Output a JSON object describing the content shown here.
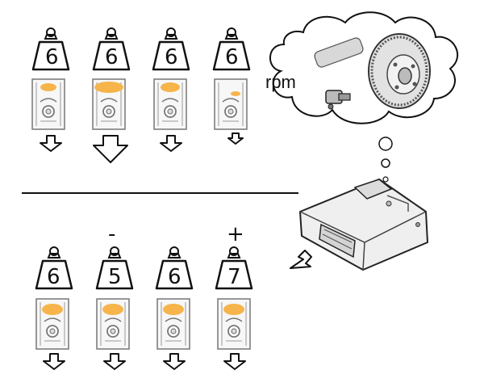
{
  "diagram": {
    "top_row": {
      "cylinders": [
        {
          "weight": "6",
          "fuel_level": 0.55,
          "arrow_size": "normal"
        },
        {
          "weight": "6",
          "fuel_level": 1.0,
          "arrow_size": "large"
        },
        {
          "weight": "6",
          "fuel_level": 0.7,
          "arrow_size": "normal"
        },
        {
          "weight": "6",
          "fuel_level": 0.25,
          "arrow_size": "small"
        }
      ]
    },
    "bottom_row": {
      "cylinders": [
        {
          "weight": "6",
          "correction": "",
          "fuel_level": 0.75
        },
        {
          "weight": "5",
          "correction": "-",
          "fuel_level": 0.75
        },
        {
          "weight": "6",
          "correction": "",
          "fuel_level": 0.75
        },
        {
          "weight": "7",
          "correction": "+",
          "fuel_level": 0.75
        }
      ]
    },
    "sensor_label": "rpm",
    "colors": {
      "fuel": "#f6b44a",
      "outline": "#111111",
      "piston_fill": "#f7f7f7",
      "part_gray": "#c8c8c8"
    }
  }
}
